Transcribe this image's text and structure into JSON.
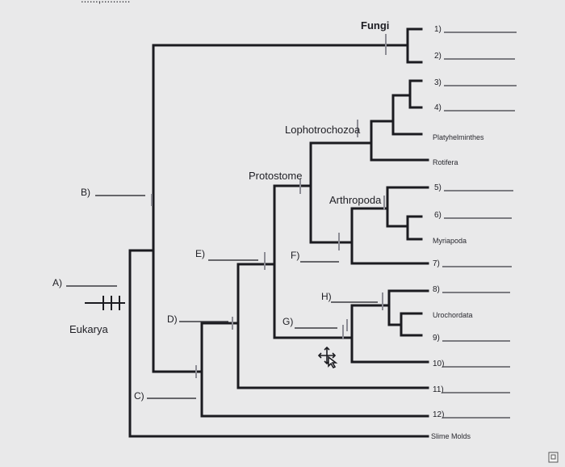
{
  "page": {
    "top_fragment": "......,.........."
  },
  "clades": {
    "fungi": "Fungi",
    "lophotrochozoa": "Lophotrochozoa",
    "protostome": "Protostome",
    "arthropoda": "Arthropoda",
    "eukarya": "Eukarya"
  },
  "questions": {
    "a": "A)",
    "b": "B)",
    "c": "C)",
    "d": "D)",
    "e": "E)",
    "f": "F)",
    "g": "G)",
    "h": "H)"
  },
  "tips": [
    {
      "label": "1)"
    },
    {
      "label": "2)"
    },
    {
      "label": "3)"
    },
    {
      "label": "4)"
    },
    {
      "label": "Platyhelminthes"
    },
    {
      "label": "Rotifera"
    },
    {
      "label": "5)"
    },
    {
      "label": "6)"
    },
    {
      "label": "Myriapoda"
    },
    {
      "label": "7)"
    },
    {
      "label": "8)"
    },
    {
      "label": "Urochordata"
    },
    {
      "label": "9)"
    },
    {
      "label": "10)"
    },
    {
      "label": "11)"
    },
    {
      "label": "12)"
    },
    {
      "label": "Slime Molds"
    }
  ],
  "icons": {
    "cursor": "move-cursor-icon",
    "corner": "page-corner-icon"
  },
  "colors": {
    "background": "#e9e9ea",
    "line": "#1b1b20",
    "tick": "#8d8d95"
  }
}
